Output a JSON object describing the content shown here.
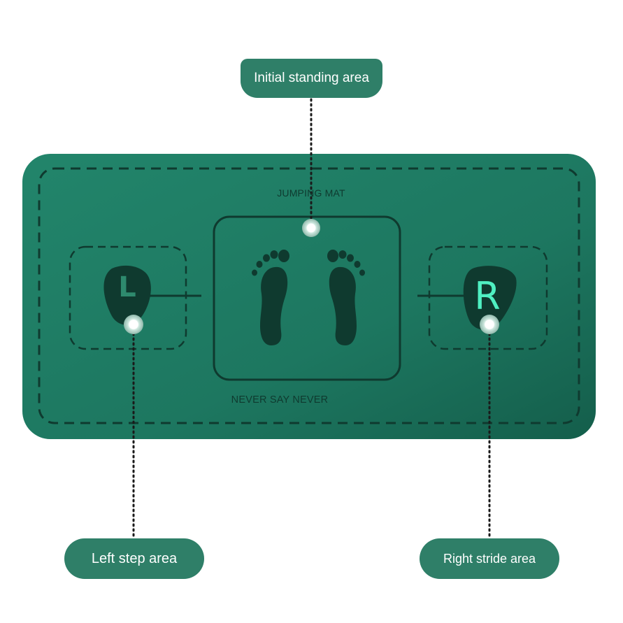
{
  "labels": {
    "initial": "Initial standing area",
    "left": "Left step area",
    "right": "Right stride area"
  },
  "mat": {
    "title": "JUMPING MAT",
    "slogan": "NEVER SAY NEVER",
    "left_letter": "L",
    "right_letter": "R"
  },
  "colors": {
    "mat": "#1f7a63",
    "mat_dark": "#0f3a2f",
    "pill": "#2f7f68",
    "accent": "#4ff0c2"
  },
  "icons": [
    "left-footprint-icon",
    "right-footprint-icon"
  ]
}
